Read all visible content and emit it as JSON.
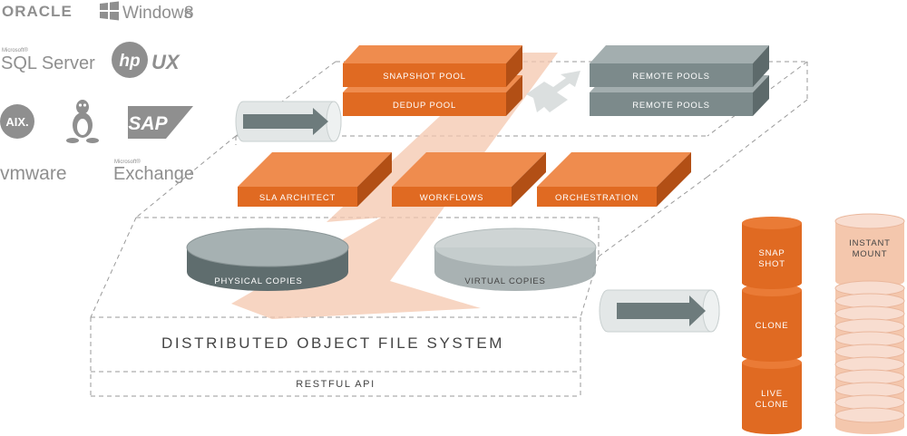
{
  "logos": {
    "oracle": "ORACLE",
    "windows": "Windows",
    "windows_version": "8",
    "microsoft_sql": "Microsoft®",
    "sql_server": "SQL Server",
    "hp": "hp",
    "ux": "UX",
    "aix": "AIX.",
    "sap": "SAP",
    "vmware": "vmware",
    "microsoft_exchange": "Microsoft®",
    "exchange": "Exchange"
  },
  "pools": {
    "snapshot": "SNAPSHOT POOL",
    "dedup": "DEDUP POOL",
    "remote_top": "REMOTE POOLS",
    "remote_bottom": "REMOTE POOLS"
  },
  "services": {
    "sla": "SLA ARCHITECT",
    "workflows": "WORKFLOWS",
    "orchestration": "ORCHESTRATION"
  },
  "copies": {
    "physical": "PHYSICAL COPIES",
    "virtual": "VIRTUAL COPIES"
  },
  "base": {
    "dofs": "DISTRIBUTED OBJECT FILE SYSTEM",
    "api": "RESTFUL API"
  },
  "stacks": {
    "snap_line1": "SNAP",
    "snap_line2": "SHOT",
    "clone": "CLONE",
    "live_line1": "LIVE",
    "live_line2": "CLONE",
    "instant_line1": "INSTANT",
    "instant_line2": "MOUNT"
  },
  "colors": {
    "orange": "#e06a22",
    "orange_dark": "#b24f15",
    "grey_box": "#7c8a8b",
    "grey_box_dark": "#5d6a6b",
    "peach": "#f4c7ad",
    "peach_light": "#f8ddd0",
    "arrow_grey": "#6d7b7c"
  }
}
